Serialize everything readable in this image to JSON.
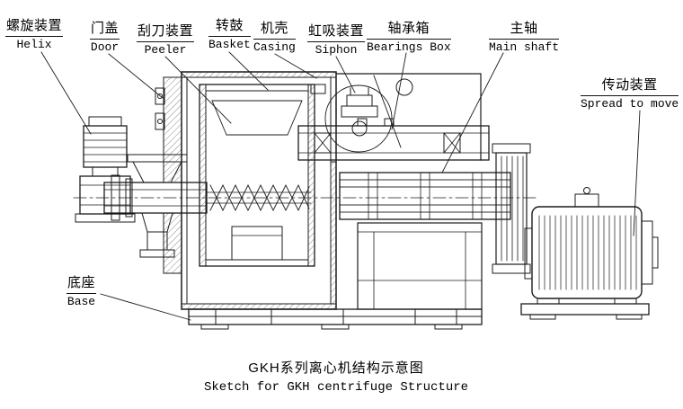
{
  "caption": {
    "cn": "GKH系列离心机结构示意图",
    "en": "Sketch for GKH centrifuge Structure"
  },
  "labels": {
    "helix": {
      "cn": "螺旋装置",
      "en": "Helix"
    },
    "door": {
      "cn": "门盖",
      "en": "Door"
    },
    "peeler": {
      "cn": "刮刀装置",
      "en": "Peeler"
    },
    "basket": {
      "cn": "转鼓",
      "en": "Basket"
    },
    "casing": {
      "cn": "机壳",
      "en": "Casing"
    },
    "siphon": {
      "cn": "虹吸装置",
      "en": "Siphon"
    },
    "bearings_box": {
      "cn": "轴承箱",
      "en": "Bearings Box"
    },
    "main_shaft": {
      "cn": "主轴",
      "en": "Main shaft"
    },
    "drive": {
      "cn": "传动装置",
      "en": "Spread to move"
    },
    "base": {
      "cn": "底座",
      "en": "Base"
    }
  },
  "colors": {
    "line": "#1b1b1b",
    "background": "#ffffff"
  }
}
